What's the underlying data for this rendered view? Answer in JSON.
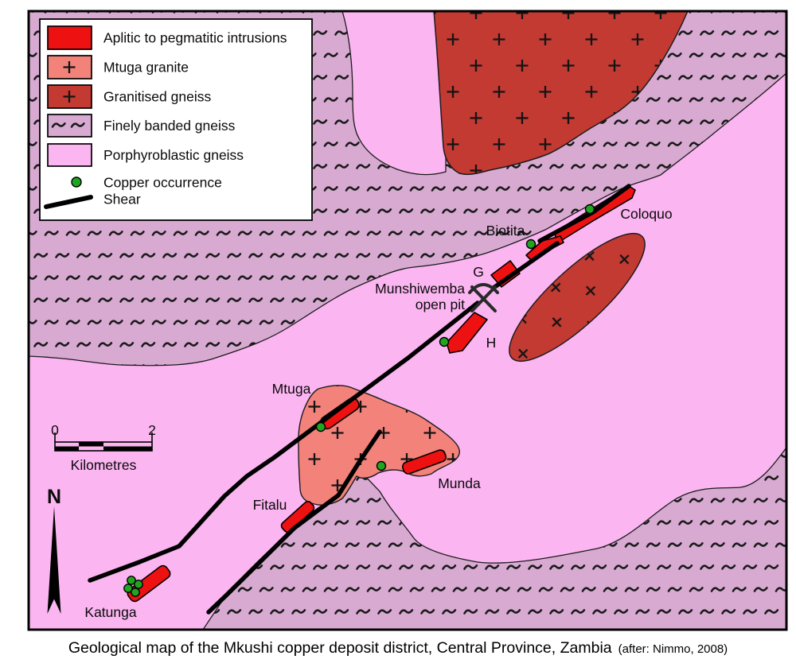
{
  "legend": {
    "items": [
      {
        "label": "Aplitic to pegmatitic intrusions",
        "swatch": "red-solid-box"
      },
      {
        "label": "Mtuga granite",
        "swatch": "salmon-box-with-plus"
      },
      {
        "label": "Granitised gneiss",
        "swatch": "dark-red-box-with-plus"
      },
      {
        "label": "Finely banded gneiss",
        "swatch": "lilac-box-with-tildes"
      },
      {
        "label": "Porphyroblastic  gneiss",
        "swatch": "pink-box"
      },
      {
        "label": "Copper occurrence",
        "swatch": "green-dot"
      },
      {
        "label": "Shear",
        "swatch": "black-line"
      }
    ],
    "symbols": {
      "plus": "+",
      "tilde": "~"
    }
  },
  "map": {
    "labels": {
      "coloquo": "Coloquo",
      "biotita": "Biotita",
      "g": "G",
      "munshiwemba_line1": "Munshiwemba",
      "munshiwemba_line2": "open pit",
      "h": "H",
      "mtuga": "Mtuga",
      "munda": "Munda",
      "fitalu": "Fitalu",
      "katunga": "Katunga"
    },
    "mine_symbol": "crossed-hammer-and-pick at Munshiwemba open pit",
    "copper_occurrences": {
      "count": 9,
      "sites": [
        "Coloquo",
        "Biotita",
        "H",
        "Mtuga",
        "Munda",
        "Katunga cluster"
      ]
    }
  },
  "scale_bar": {
    "start_label": "0",
    "end_label": "2",
    "unit": "Kilometres"
  },
  "compass": {
    "label": "N"
  },
  "caption": {
    "main": "Geological map of the Mkushi copper deposit district, Central Province, Zambia",
    "attribution": "(after: Nimmo, 2008)"
  },
  "colors": {
    "aplitic_red": "#EE1111",
    "mtuga_granite_salmon": "#F2827A",
    "granitised_gneiss_red": "#C23A32",
    "finely_banded_lilac": "#D8AAD2",
    "porphyroblastic_pink": "#FBB5F1",
    "copper_green": "#1FA51F",
    "shear_black": "#000000",
    "legend_background": "#FFFFFF"
  }
}
